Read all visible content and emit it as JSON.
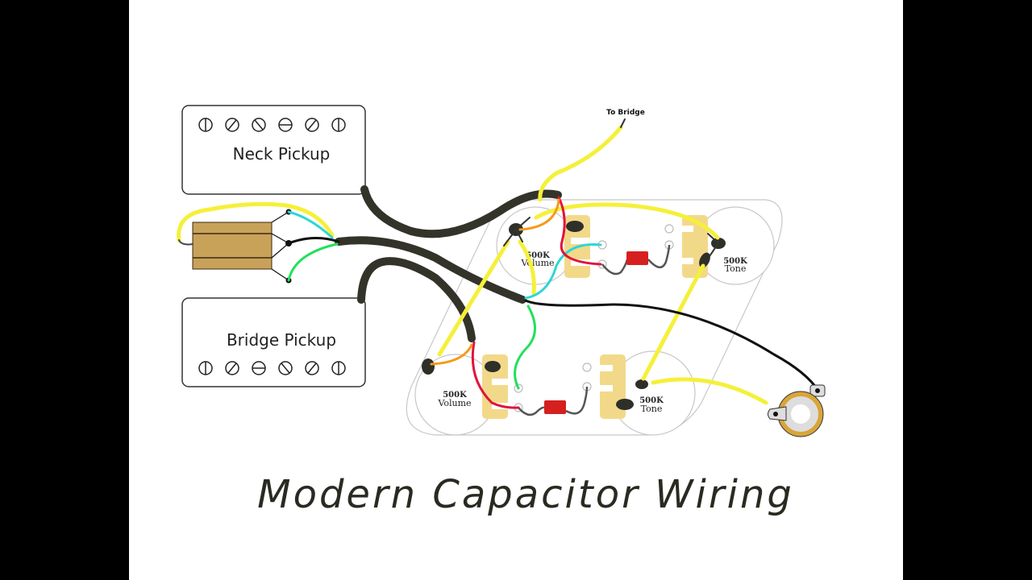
{
  "diagram": {
    "title": "Modern Capacitor Wiring",
    "to_bridge_label": "To Bridge",
    "pickups": [
      {
        "id": "neck",
        "label": "Neck Pickup"
      },
      {
        "id": "bridge",
        "label": "Bridge Pickup"
      }
    ],
    "pots": [
      {
        "id": "neck-volume",
        "value": "500K",
        "name": "Volume"
      },
      {
        "id": "neck-tone",
        "value": "500K",
        "name": "Tone"
      },
      {
        "id": "bridge-volume",
        "value": "500K",
        "name": "Volume"
      },
      {
        "id": "bridge-tone",
        "value": "500K",
        "name": "Tone"
      }
    ],
    "components": [
      "toggle-switch",
      "capacitor",
      "capacitor",
      "output-jack"
    ],
    "wire_colors": {
      "hot": "#f5f03a",
      "braided": "#33332a",
      "ground": "#111111",
      "red": "#e0143c",
      "orange": "#f59a1c",
      "cyan": "#2fd6d6",
      "green": "#22e05a",
      "cap_leg": "#555555"
    },
    "colors": {
      "capacitor": "#d61f1f",
      "lug_plate": "#f2d98a",
      "switch_body": "#c9a25a",
      "jack_ring": "#d9a53a"
    }
  }
}
